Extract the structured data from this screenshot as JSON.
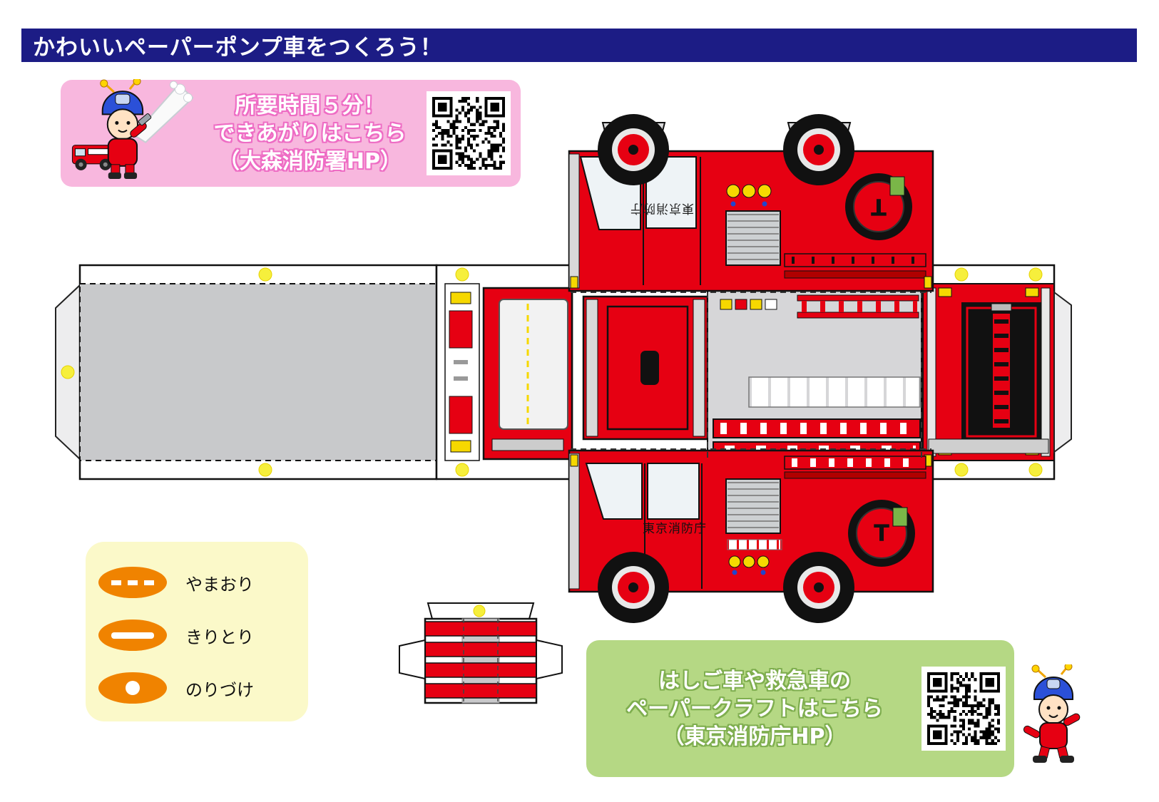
{
  "banner": {
    "title": "かわいいペーパーポンプ車をつくろう！"
  },
  "info_box": {
    "lines": [
      "所要時間５分！",
      "できあがりはこちら",
      "（大森消防署HP）"
    ]
  },
  "promo_box": {
    "lines": [
      "はしご車や救急車の",
      "ペーパークラフトはこちら",
      "（東京消防庁HP）"
    ]
  },
  "legend": {
    "items": [
      {
        "label": "やまおり",
        "mark": "dashed-line"
      },
      {
        "label": "きりとり",
        "mark": "solid-line"
      },
      {
        "label": "のりづけ",
        "mark": "dot"
      }
    ]
  },
  "craft": {
    "agency_label": "東京消防庁",
    "reel_letter": "T"
  },
  "icons": {
    "qr_left": "qr-code",
    "qr_right": "qr-code",
    "mascot_left": "firefighter-mascot-with-hose",
    "mascot_right": "firefighter-mascot-jumping"
  },
  "colors": {
    "banner_blue": "#1c1c85",
    "truck_red": "#e60012",
    "panel_gray": "#c8c9cb",
    "pink_box": "#f8b7de",
    "yellow_box": "#fbf9c9",
    "green_box": "#b5d884",
    "legend_orange": "#f08300",
    "glue_dot_yellow": "#f6ef3c"
  }
}
